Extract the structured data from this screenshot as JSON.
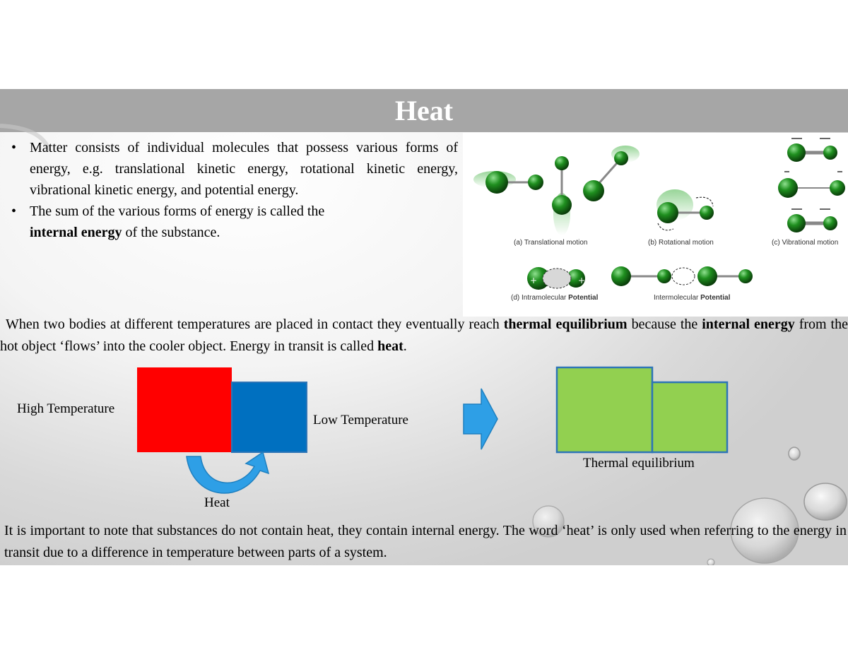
{
  "slide": {
    "title": "Heat",
    "bullets": [
      {
        "text": "Matter consists of individual molecules that possess various forms of energy, e.g. translational kinetic energy, rotational kinetic energy, vibrational kinetic energy, and potential energy."
      },
      {
        "text_before": "The sum of the various forms of energy is called the ",
        "bold": "internal energy",
        "text_after": " of the substance."
      }
    ],
    "molecules_figure": {
      "captions": {
        "translational": "(a) Translational motion",
        "rotational": "(b) Rotational motion",
        "vibrational": "(c) Vibrational motion",
        "intramolecular": "(d) Intramolecular",
        "intramolecular_bold": "Potential",
        "intermolecular": "Intermolecular",
        "intermolecular_bold": "Potential"
      }
    },
    "paragraph1": {
      "t1": "When two bodies at different temperatures are placed in contact they eventually reach ",
      "b1": "thermal equilibrium",
      "t2": " because the ",
      "b2": "internal energy",
      "t3": " from the hot object ‘flows’ into the cooler object. Energy in transit is called ",
      "b3": "heat",
      "t4": "."
    },
    "diagram": {
      "high_label": "High Temperature",
      "low_label": "Low Temperature",
      "heat_label": "Heat",
      "equilibrium_label": "Thermal equilibrium",
      "colors": {
        "hot": "#ff0000",
        "cold": "#0070c0",
        "equilibrium": "#92d050",
        "arrow": "#2e9fe6",
        "border": "#2e75b6"
      }
    },
    "paragraph2": "It is important to note that substances do not contain heat, they contain internal energy. The word ‘heat’ is only used when referring to the energy in transit due to a difference in temperature between parts of a system."
  }
}
